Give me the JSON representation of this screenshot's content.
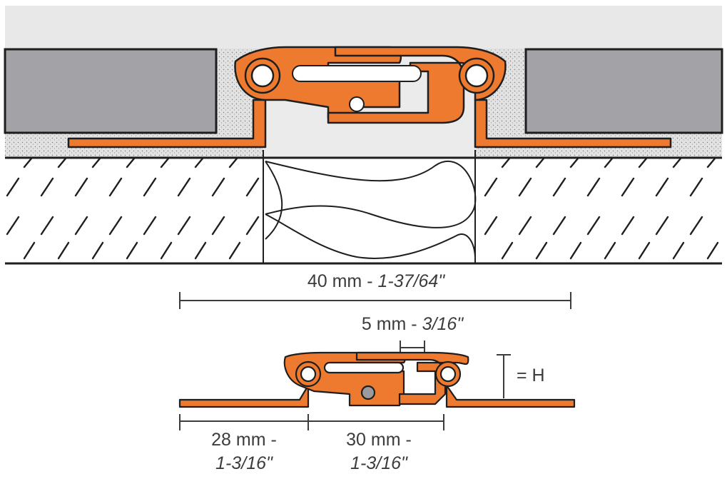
{
  "colors": {
    "profile_orange": "#ee7a2f",
    "outline": "#1e1e1e",
    "tile_gray": "#a3a3a7",
    "top_band": "#e8e8e9",
    "mortar": "#e2e2e2",
    "joint_fill": "#ebebec",
    "dimension_line": "#3c3c3c"
  },
  "labels": {
    "overall_width": {
      "metric": "40 mm -",
      "imperial": "1-37/64\""
    },
    "gap_width": {
      "metric": "5 mm -",
      "imperial": "3/16\""
    },
    "height": {
      "text": "= H"
    },
    "left_flange": {
      "metric": "28 mm -",
      "imperial": "1-3/16\""
    },
    "center_body": {
      "metric": "30 mm -",
      "imperial": "1-3/16\""
    }
  },
  "icons": {
    "section_view": "cross-section-of-movement-joint-profile",
    "detail_view": "movement-joint-profile-detail",
    "substrate_hatch": "diagonal-hatch-concrete",
    "backer_rod": "backer-rod-joint-filler"
  }
}
